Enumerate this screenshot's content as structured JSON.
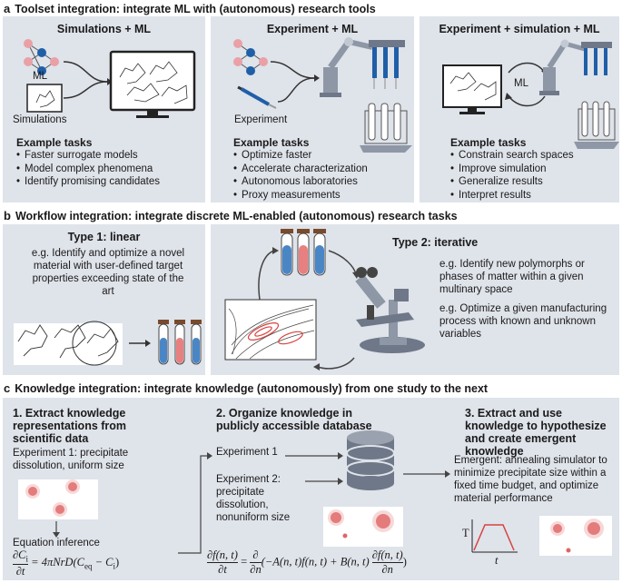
{
  "section_a": {
    "letter": "a",
    "title": "Toolset integration: integrate ML with (autonomous) research tools",
    "panels": [
      {
        "title": "Simulations + ML",
        "ml_label": "ML",
        "sim_label": "Simulations",
        "tasks_heading": "Example tasks",
        "tasks": [
          "Faster surrogate models",
          "Model complex phenomena",
          "Identify promising candidates"
        ]
      },
      {
        "title": "Experiment + ML",
        "exp_label": "Experiment",
        "tasks_heading": "Example tasks",
        "tasks": [
          "Optimize faster",
          "Accelerate characterization",
          "Autonomous laboratories",
          "Proxy measurements"
        ]
      },
      {
        "title": "Experiment + simulation + ML",
        "ml_label": "ML",
        "tasks_heading": "Example tasks",
        "tasks": [
          "Constrain search spaces",
          "Improve simulation",
          "Generalize results",
          "Interpret results"
        ]
      }
    ]
  },
  "section_b": {
    "letter": "b",
    "title": "Workflow integration: integrate discrete ML-enabled (autonomous) research tasks",
    "type1": {
      "title": "Type 1: linear",
      "text": "e.g. Identify and optimize a novel material with user-defined target properties exceeding state of the art"
    },
    "type2": {
      "title": "Type 2: iterative",
      "text1": "e.g. Identify new polymorphs or phases of matter within a given multinary space",
      "text2": "e.g. Optimize a given manufacturing process with known and unknown variables"
    }
  },
  "section_c": {
    "letter": "c",
    "title": "Knowledge integration: integrate knowledge (autonomously) from one study to the next",
    "col1": {
      "heading": "1. Extract knowledge representations from scientific data",
      "exp1": "Experiment 1: precipitate dissolution, uniform size",
      "inference": "Equation inference",
      "eq_lhs_num": "∂C",
      "eq_lhs_sub": "i",
      "eq_lhs_den": "∂t",
      "eq_rhs": "= 4πNrD(C",
      "eq_rhs_sub1": "eq",
      "eq_rhs_mid": " − C",
      "eq_rhs_sub2": "i",
      "eq_rhs_end": ")"
    },
    "col2": {
      "heading": "2. Organize knowledge in publicly accessible database",
      "exp1": "Experiment 1",
      "exp2": "Experiment 2: precipitate dissolution, nonuniform size",
      "eq_lhs_num": "∂f(n, t)",
      "eq_lhs_den": "∂t",
      "eq_eq": "=",
      "eq_d_num": "∂",
      "eq_d_den": "∂n",
      "eq_mid": "(−A(n, t)f(n, t) + B(n, t)",
      "eq_f_num": "∂f(n, t)",
      "eq_f_den": "∂n",
      "eq_end": ")"
    },
    "col3": {
      "heading": "3. Extract and use knowledge to hypothesize and create emergent knowledge",
      "text": "Emergent: annealing simulator to minimize precipitate size within a fixed time budget, and optimize material performance",
      "axis_y": "T",
      "axis_x": "t"
    }
  },
  "colors": {
    "panel": "#dfe3ea",
    "blue_node": "#1f5fa8",
    "pink_node": "#e9a0a6",
    "tube_blue": "#4a86c5",
    "tube_red": "#e88080",
    "arrow": "#444444",
    "contour_red": "#d8433f"
  }
}
